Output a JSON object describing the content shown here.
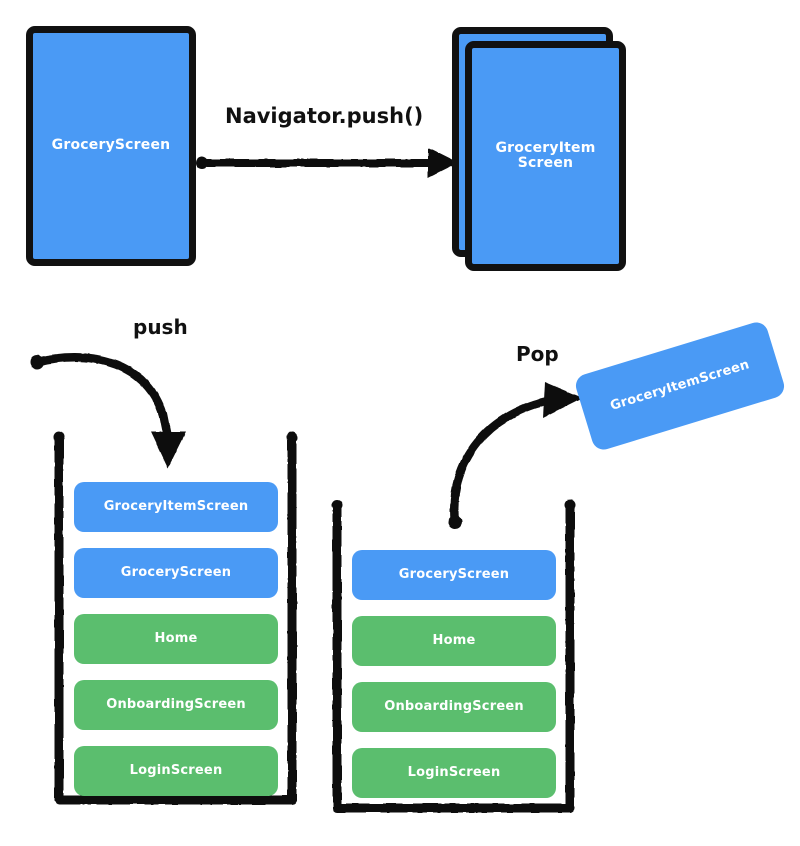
{
  "diagram": {
    "title": "Navigator push and pop stack diagram",
    "colors": {
      "blue": "#4A9AF5",
      "green": "#5BBE6E",
      "ink": "#111111",
      "background": "#FFFFFF",
      "label_text": "#FFFFFF"
    }
  },
  "top_row": {
    "source_screen": {
      "label": "GroceryScreen",
      "color": "#4A9AF5"
    },
    "arrow_label": "Navigator.push()",
    "target_stack": {
      "back_card_label": "",
      "front_card_label_line1": "GroceryItem",
      "front_card_label_line2": "Screen",
      "color": "#4A9AF5"
    }
  },
  "push_section": {
    "arrow_label": "push",
    "stack_items": [
      {
        "label": "GroceryItemScreen",
        "color": "#4A9AF5",
        "kind": "blue"
      },
      {
        "label": "GroceryScreen",
        "color": "#4A9AF5",
        "kind": "blue"
      },
      {
        "label": "Home",
        "color": "#5BBE6E",
        "kind": "green"
      },
      {
        "label": "OnboardingScreen",
        "color": "#5BBE6E",
        "kind": "green"
      },
      {
        "label": "LoginScreen",
        "color": "#5BBE6E",
        "kind": "green"
      }
    ]
  },
  "pop_section": {
    "arrow_label": "Pop",
    "stack_items": [
      {
        "label": "GroceryScreen",
        "color": "#4A9AF5",
        "kind": "blue"
      },
      {
        "label": "Home",
        "color": "#5BBE6E",
        "kind": "green"
      },
      {
        "label": "OnboardingScreen",
        "color": "#5BBE6E",
        "kind": "green"
      },
      {
        "label": "LoginScreen",
        "color": "#5BBE6E",
        "kind": "green"
      }
    ],
    "popped_card": {
      "label": "GroceryItemScreen",
      "color": "#4A9AF5"
    }
  }
}
